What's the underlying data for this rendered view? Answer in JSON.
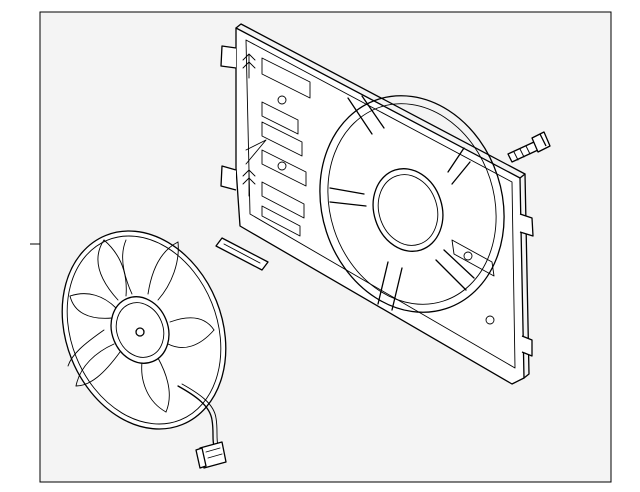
{
  "diagram": {
    "parts": [
      {
        "id": "fan-shroud",
        "kind": "shroud"
      },
      {
        "id": "fan-assembly",
        "kind": "fan"
      },
      {
        "id": "mounting-bolt",
        "kind": "bolt"
      },
      {
        "id": "seal-strip",
        "kind": "seal"
      },
      {
        "id": "wire-connector",
        "kind": "connector"
      }
    ],
    "callout_lines": 1,
    "colors": {
      "frame": "#f4f4f4",
      "line": "#000000"
    }
  }
}
